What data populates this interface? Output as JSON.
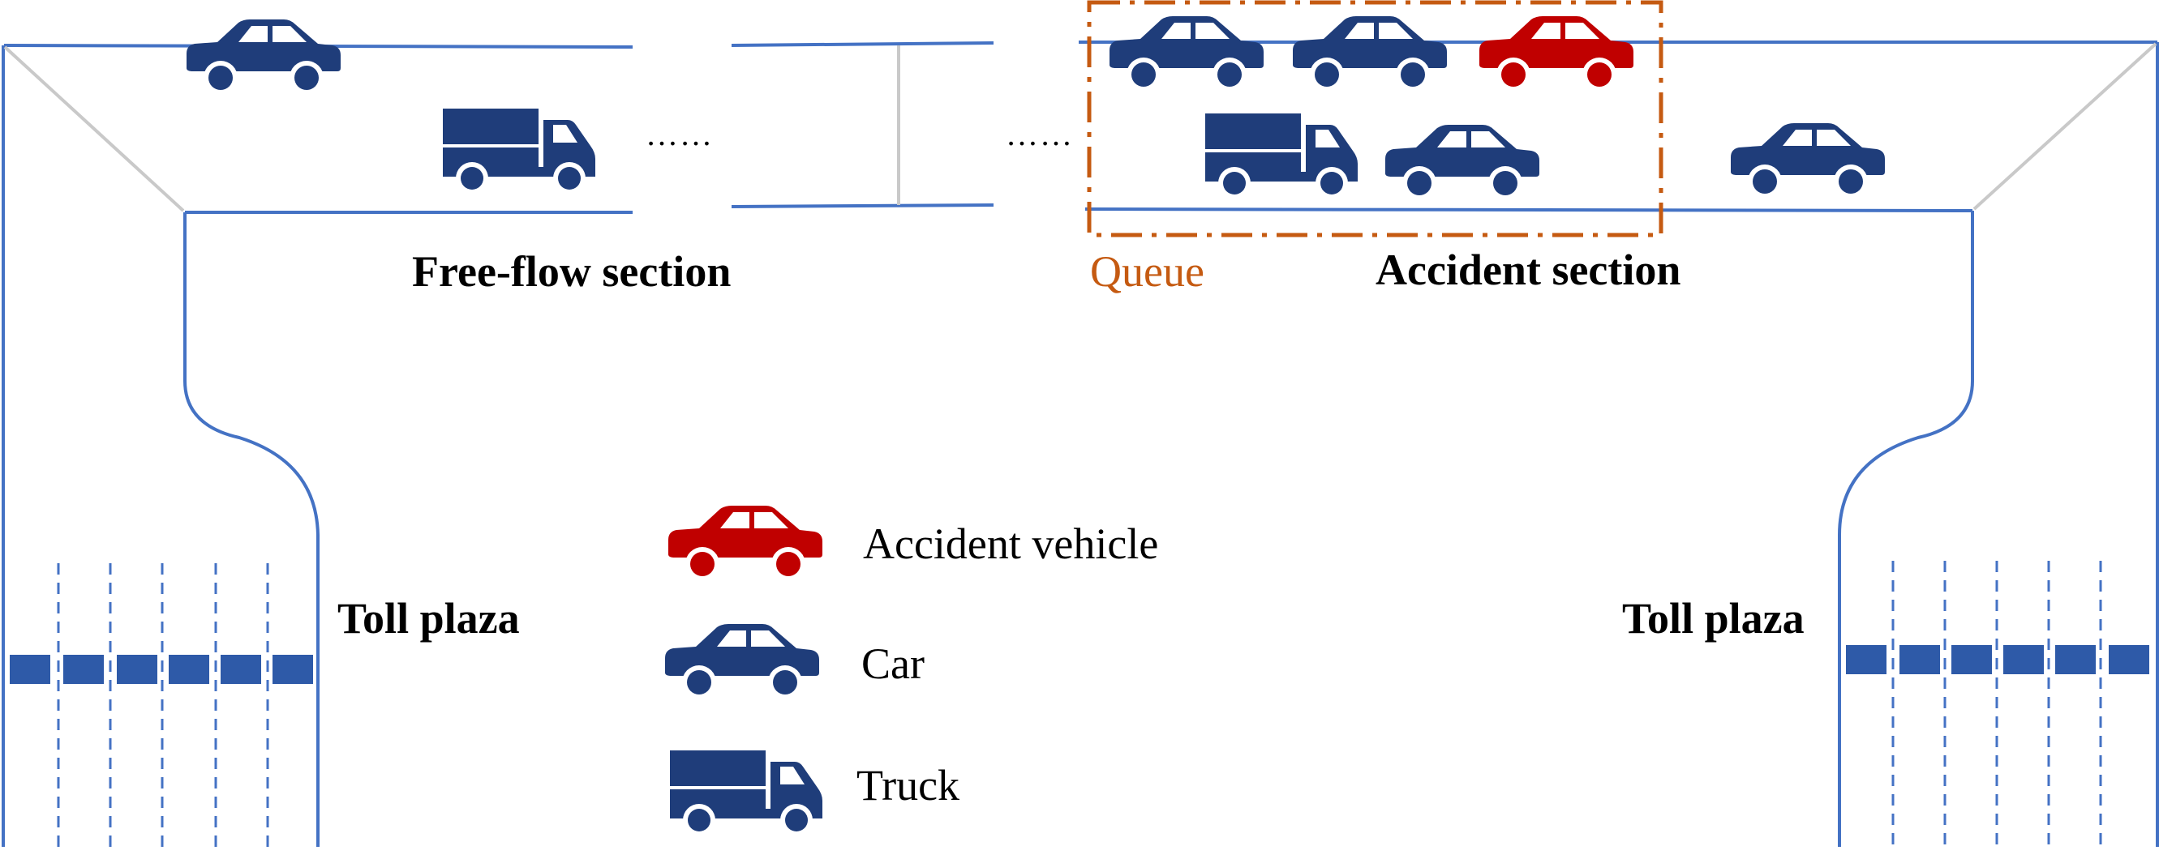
{
  "labels": {
    "free_flow_section": "Free-flow section",
    "queue": "Queue",
    "accident_section": "Accident section",
    "toll_plaza_left": "Toll plaza",
    "toll_plaza_right": "Toll plaza",
    "ellipsis_left": "……",
    "ellipsis_right": "……"
  },
  "legend": {
    "items": [
      {
        "icon": "accident-car-icon",
        "label": "Accident vehicle"
      },
      {
        "icon": "car-icon",
        "label": "Car"
      },
      {
        "icon": "truck-icon",
        "label": "Truck"
      }
    ]
  },
  "colors": {
    "road_line": "#4472c4",
    "vehicle": "#1f3d7a",
    "accident_vehicle": "#c00000",
    "queue_box": "#c55a11",
    "toll_booth": "#2e5aa8",
    "connector_line": "#c9c9c9"
  }
}
